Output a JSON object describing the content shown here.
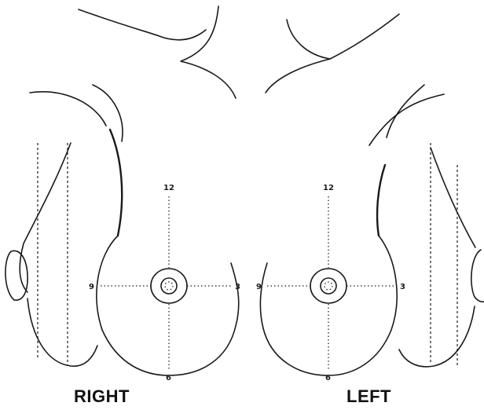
{
  "labels": {
    "right": "RIGHT",
    "left": "LEFT"
  },
  "clock_positions": {
    "twelve": "12",
    "three": "3",
    "six": "6",
    "nine": "9"
  },
  "colors": {
    "line": "#1a1a1a",
    "background": "#ffffff"
  }
}
